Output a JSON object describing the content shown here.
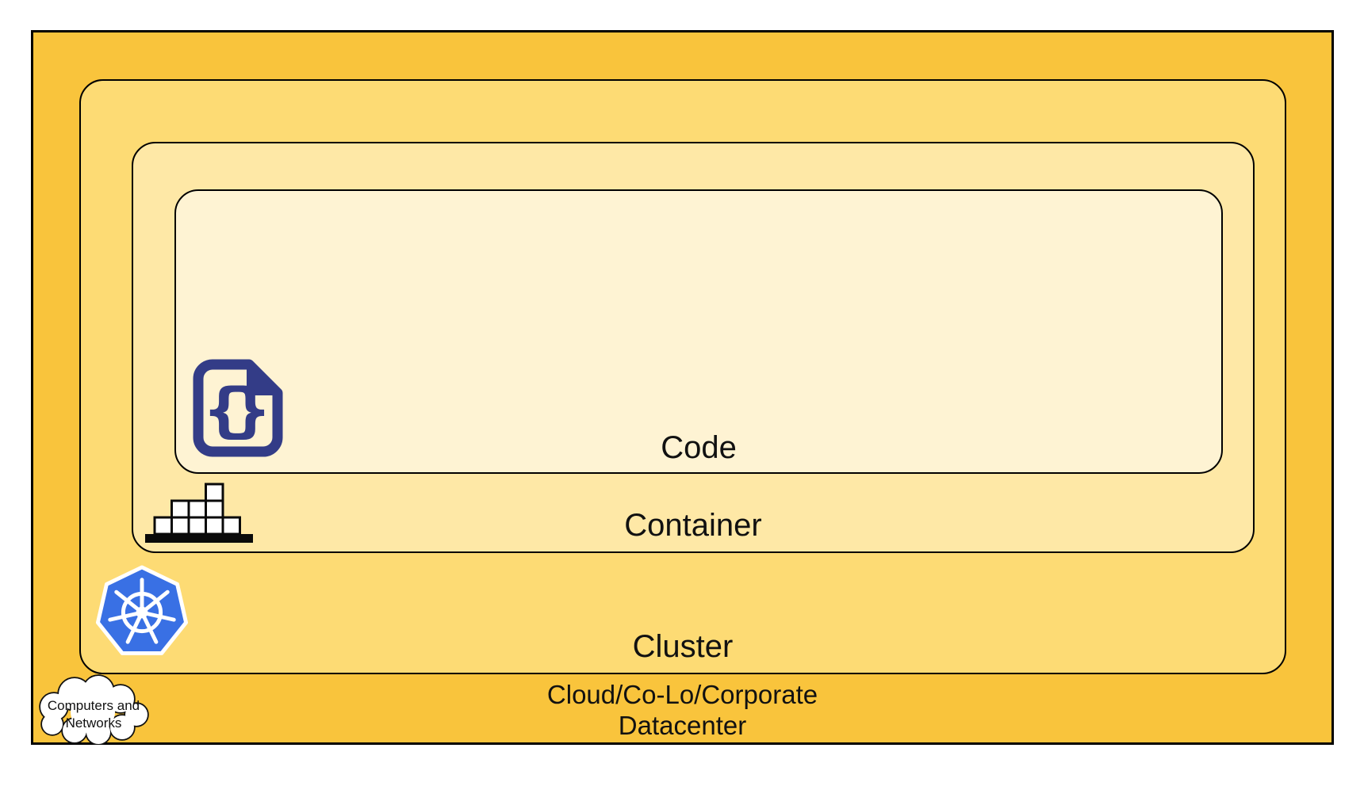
{
  "diagram": {
    "layers": {
      "code": {
        "label": "Code"
      },
      "container": {
        "label": "Container"
      },
      "cluster": {
        "label": "Cluster"
      },
      "datacenter": {
        "label_line1": "Cloud/Co-Lo/Corporate",
        "label_line2": "Datacenter"
      }
    },
    "cloud_callout": {
      "label_line1": "Computers and",
      "label_line2": "Networks"
    },
    "icons": {
      "code": "code-file-icon",
      "container": "container-stack-icon",
      "cluster": "kubernetes-helm-icon",
      "datacenter": "cloud-network-icon"
    },
    "colors": {
      "datacenter_fill": "#F9C43C",
      "cluster_fill": "#FDDB74",
      "container_fill": "#FEE8A6",
      "code_fill": "#FEF3D3",
      "outline": "#000000",
      "kubernetes_blue": "#3970E4",
      "code_icon_navy": "#333C87",
      "icon_black": "#0A0A0A"
    }
  }
}
